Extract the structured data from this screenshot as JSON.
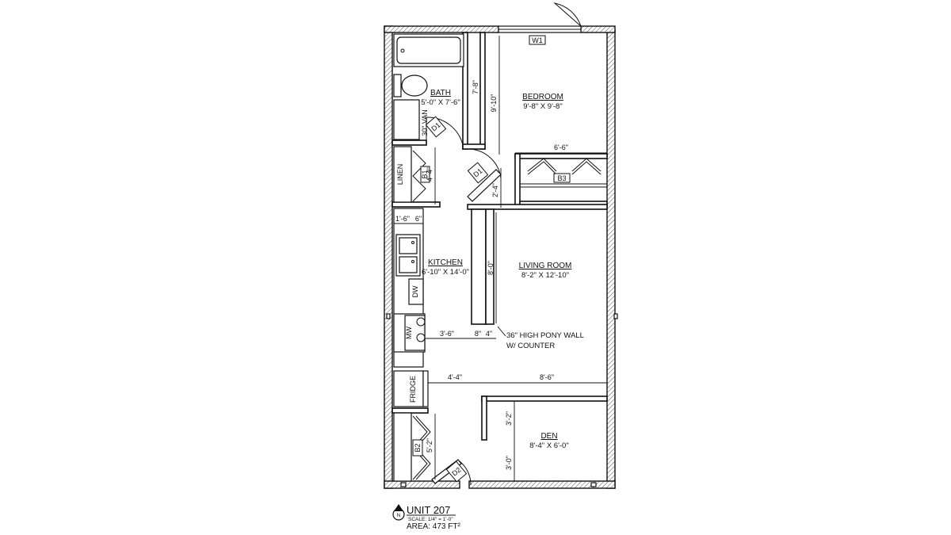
{
  "rooms": {
    "bath": {
      "name": "BATH",
      "size": "5'-0\" X 7'-6\""
    },
    "bedroom": {
      "name": "BEDROOM",
      "size": "9'-8\" X 9'-8\""
    },
    "kitchen": {
      "name": "KITCHEN",
      "size": "6'-10\" X 14'-0\""
    },
    "living": {
      "name": "LIVING ROOM",
      "size": "8'-2\" X 12'-10\""
    },
    "den": {
      "name": "DEN",
      "size": "8'-4\" X 6'-0\""
    }
  },
  "tags": {
    "w1": "W1",
    "d1_bath": "D1",
    "d1_bed": "D1",
    "b1": "B1",
    "b2": "B2",
    "b3": "B3",
    "d2": "D2"
  },
  "fixtures": {
    "van": "30\" VAN",
    "linen": "LINEN",
    "dw": "DW",
    "mw": "MW",
    "fridge": "FRIDGE"
  },
  "dimensions": {
    "bed_wall_a": "7'-8\"",
    "bed_wall_b": "9'-10\"",
    "closet_w": "6'-6\"",
    "b1_h": "4'-4\"",
    "hall_w": "2'-4\"",
    "counter_a": "1'-6\"",
    "counter_b": "6\"",
    "pony_h": "8'-0\"",
    "pony_gap": "3'-6\"",
    "pony_w": "8\"",
    "pony_w2": "4\"",
    "fridge_gap": "4'-4\"",
    "den_w": "8'-6\"",
    "den_h1": "3'-2\"",
    "den_h2": "3'-0\"",
    "b2_h": "5'-2\""
  },
  "notes": {
    "pony_line1": "36\" HIGH PONY WALL",
    "pony_line2": "W/ COUNTER"
  },
  "title_block": {
    "north": "N",
    "unit": "UNIT 207",
    "scale": "SCALE: 1/4\" = 1'-0\"",
    "area": "AREA: 473 FT²"
  }
}
